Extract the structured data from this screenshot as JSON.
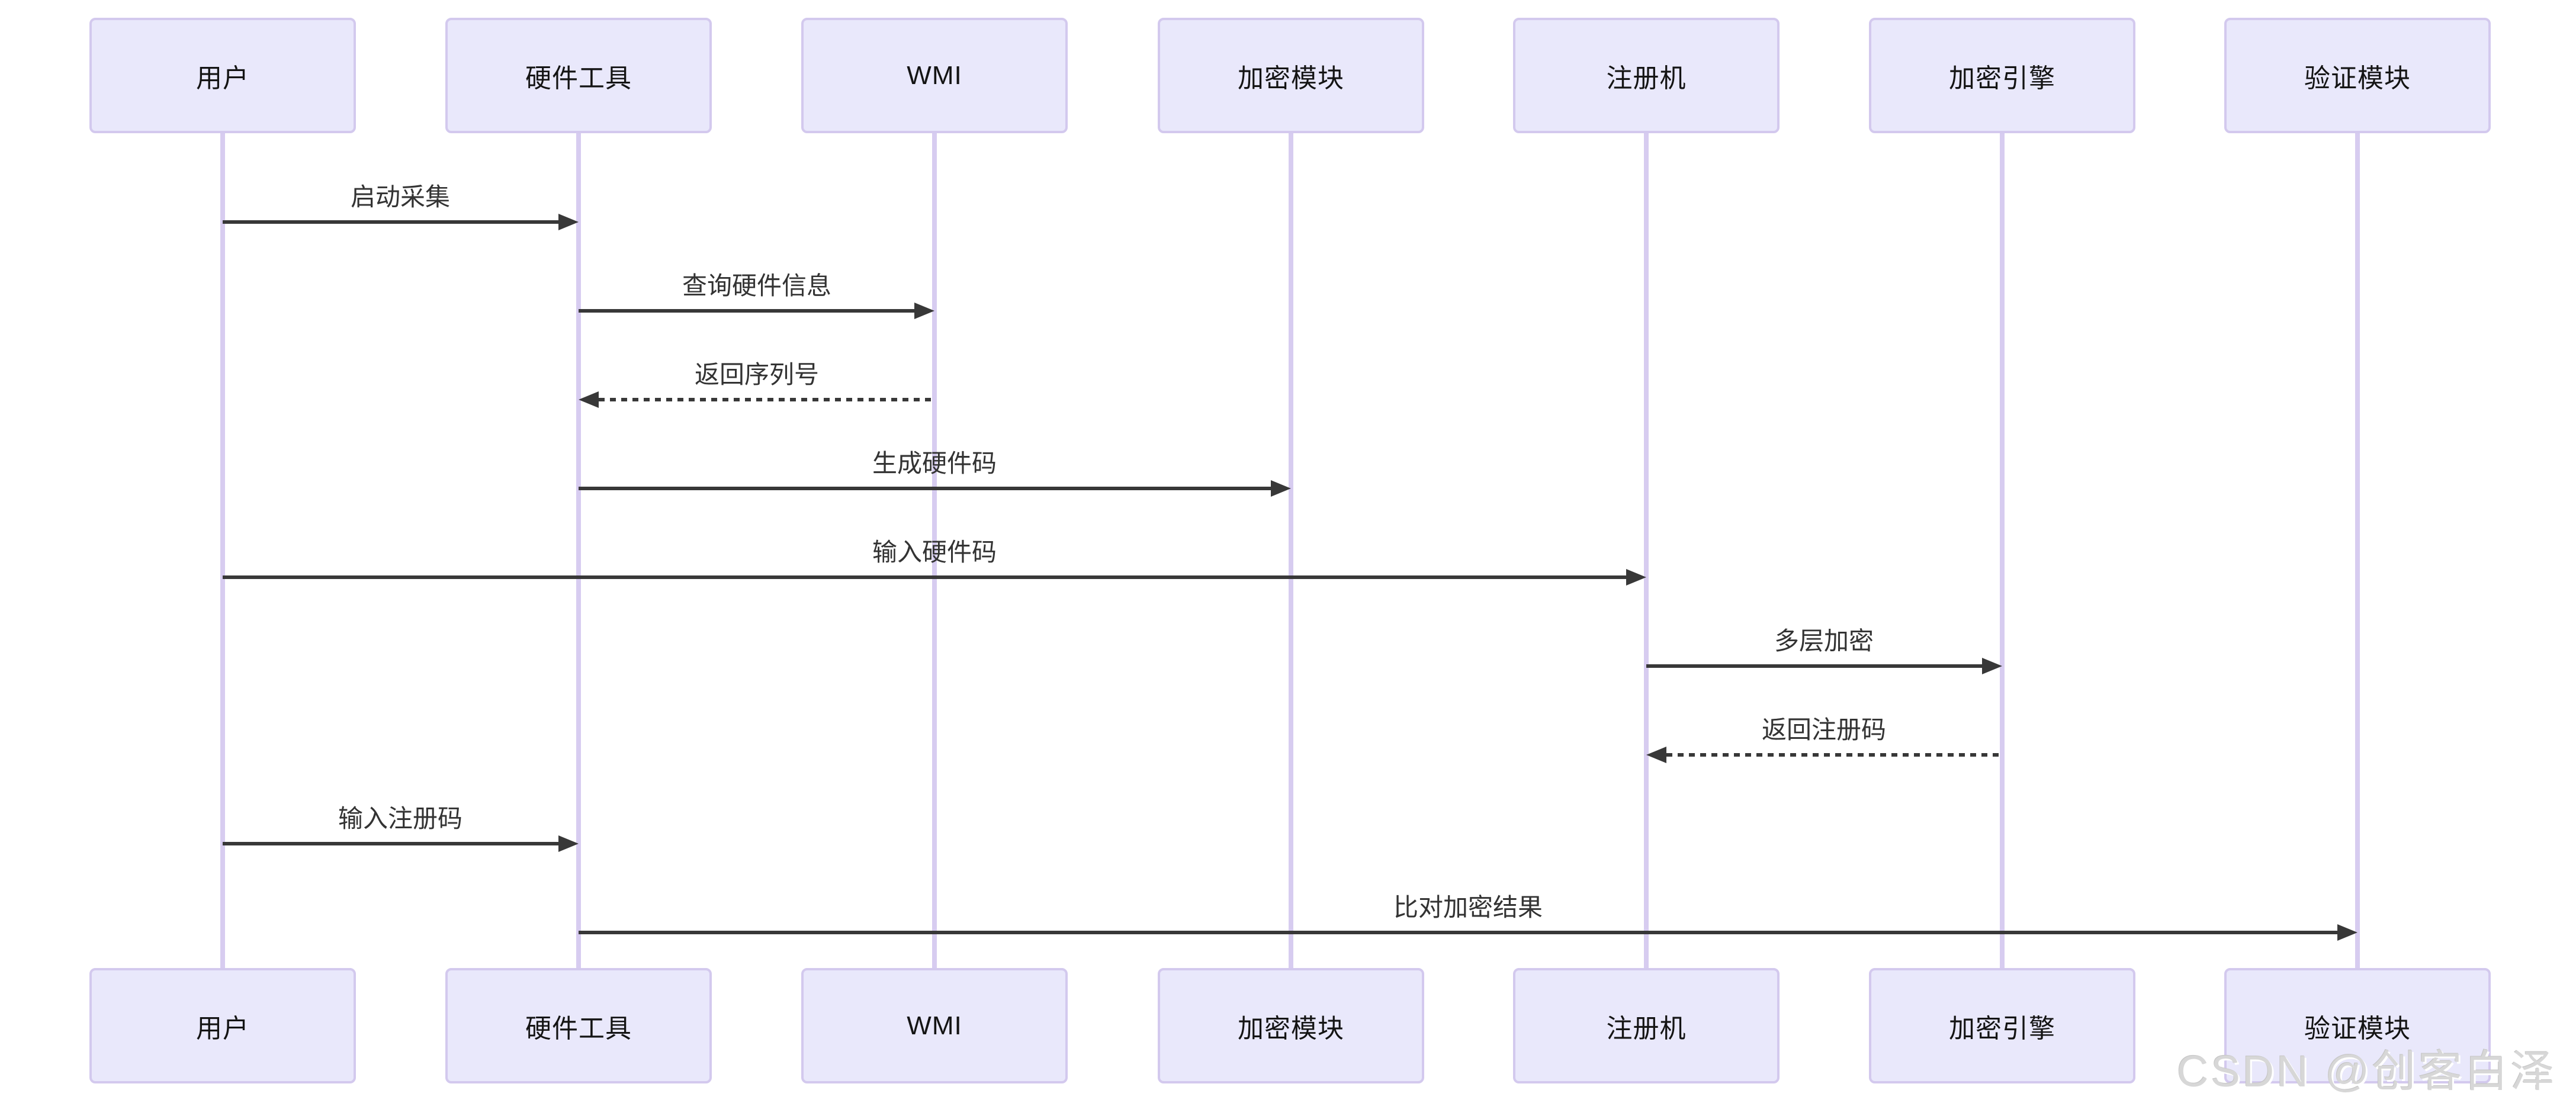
{
  "diagram": {
    "type": "sequence",
    "background": "#ffffff",
    "colors": {
      "actor_fill": "#e9e8fb",
      "actor_border": "#d3c9ee",
      "lifeline": "#d7ccf0",
      "arrow": "#383838",
      "label_text": "#333333",
      "actor_text": "#141414",
      "watermark_text": "#d7d7d7"
    },
    "participants": [
      {
        "label": "用户"
      },
      {
        "label": "硬件工具"
      },
      {
        "label": "WMI"
      },
      {
        "label": "加密模块"
      },
      {
        "label": "注册机"
      },
      {
        "label": "加密引擎"
      },
      {
        "label": "验证模块"
      }
    ],
    "messages": [
      {
        "from": "用户",
        "to": "硬件工具",
        "label": "启动采集",
        "style": "solid"
      },
      {
        "from": "硬件工具",
        "to": "WMI",
        "label": "查询硬件信息",
        "style": "solid"
      },
      {
        "from": "WMI",
        "to": "硬件工具",
        "label": "返回序列号",
        "style": "dashed"
      },
      {
        "from": "硬件工具",
        "to": "加密模块",
        "label": "生成硬件码",
        "style": "solid"
      },
      {
        "from": "用户",
        "to": "注册机",
        "label": "输入硬件码",
        "style": "solid"
      },
      {
        "from": "注册机",
        "to": "加密引擎",
        "label": "多层加密",
        "style": "solid"
      },
      {
        "from": "加密引擎",
        "to": "注册机",
        "label": "返回注册码",
        "style": "dashed"
      },
      {
        "from": "用户",
        "to": "硬件工具",
        "label": "输入注册码",
        "style": "solid"
      },
      {
        "from": "硬件工具",
        "to": "验证模块",
        "label": "比对加密结果",
        "style": "solid"
      }
    ]
  },
  "watermark": {
    "text": "CSDN @创客白泽"
  }
}
